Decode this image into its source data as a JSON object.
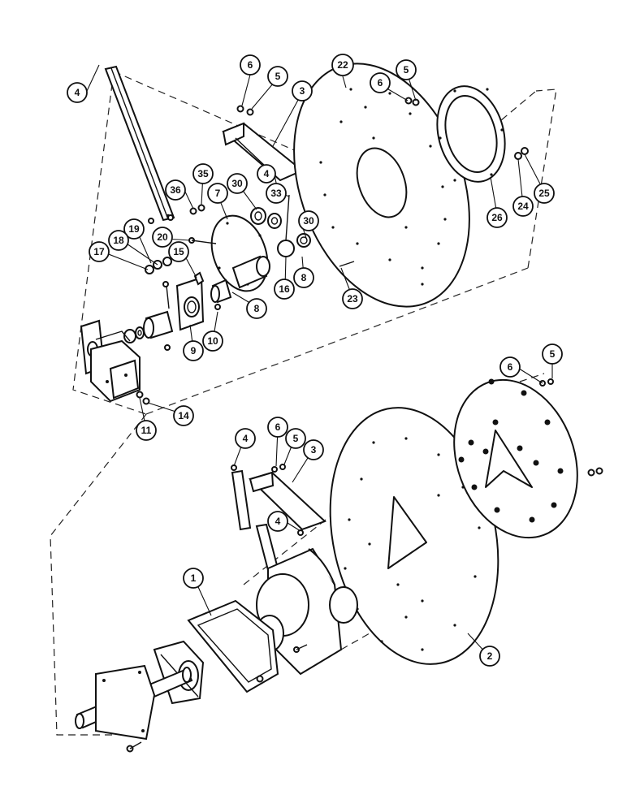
{
  "callouts": [
    {
      "id": "c-4a",
      "label": "4"
    },
    {
      "id": "c-6a",
      "label": "6"
    },
    {
      "id": "c-5a",
      "label": "5"
    },
    {
      "id": "c-3a",
      "label": "3"
    },
    {
      "id": "c-22",
      "label": "22"
    },
    {
      "id": "c-6b",
      "label": "6"
    },
    {
      "id": "c-5b",
      "label": "5"
    },
    {
      "id": "c-36",
      "label": "36"
    },
    {
      "id": "c-35",
      "label": "35"
    },
    {
      "id": "c-7",
      "label": "7"
    },
    {
      "id": "c-30a",
      "label": "30"
    },
    {
      "id": "c-4b",
      "label": "4"
    },
    {
      "id": "c-33",
      "label": "33"
    },
    {
      "id": "c-30b",
      "label": "30"
    },
    {
      "id": "c-19",
      "label": "19"
    },
    {
      "id": "c-18",
      "label": "18"
    },
    {
      "id": "c-17",
      "label": "17"
    },
    {
      "id": "c-20",
      "label": "20"
    },
    {
      "id": "c-15",
      "label": "15"
    },
    {
      "id": "c-16",
      "label": "16"
    },
    {
      "id": "c-8a",
      "label": "8"
    },
    {
      "id": "c-8b",
      "label": "8"
    },
    {
      "id": "c-23",
      "label": "23"
    },
    {
      "id": "c-26",
      "label": "26"
    },
    {
      "id": "c-24",
      "label": "24"
    },
    {
      "id": "c-25",
      "label": "25"
    },
    {
      "id": "c-9",
      "label": "9"
    },
    {
      "id": "c-10",
      "label": "10"
    },
    {
      "id": "c-11",
      "label": "11"
    },
    {
      "id": "c-14",
      "label": "14"
    },
    {
      "id": "c-5c",
      "label": "5"
    },
    {
      "id": "c-6c",
      "label": "6"
    },
    {
      "id": "c-4c",
      "label": "4"
    },
    {
      "id": "c-6d",
      "label": "6"
    },
    {
      "id": "c-5d",
      "label": "5"
    },
    {
      "id": "c-3b",
      "label": "3"
    },
    {
      "id": "c-4d",
      "label": "4"
    },
    {
      "id": "c-1",
      "label": "1"
    },
    {
      "id": "c-2",
      "label": "2"
    }
  ]
}
